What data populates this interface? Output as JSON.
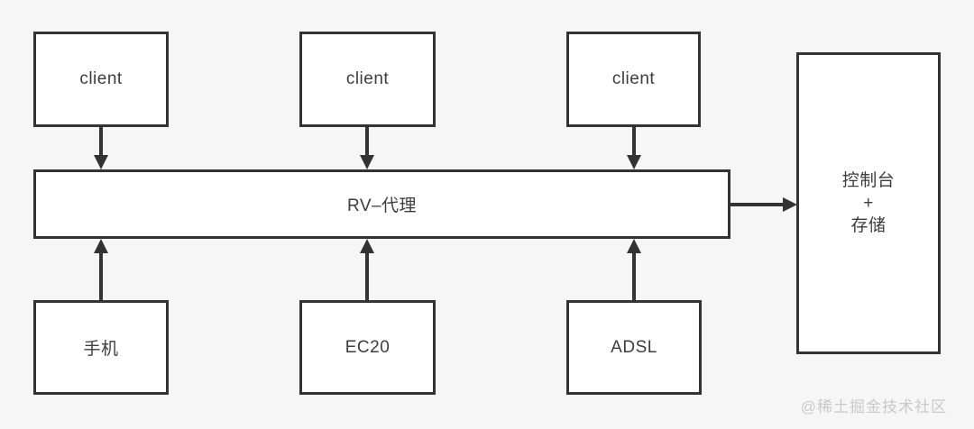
{
  "colors": {
    "background": "#f6f6f6",
    "node_fill": "#ffffff",
    "node_border": "#333333",
    "text": "#3d3d3d",
    "arrow": "#333333",
    "watermark_text": "#c9c9c9"
  },
  "diagram": {
    "type": "architecture-flow",
    "nodes": {
      "client1": {
        "label": "client"
      },
      "client2": {
        "label": "client"
      },
      "client3": {
        "label": "client"
      },
      "proxy": {
        "label": "RV–代理"
      },
      "phone": {
        "label": "手机"
      },
      "ec20": {
        "label": "EC20"
      },
      "adsl": {
        "label": "ADSL"
      },
      "console": {
        "lines": [
          "控制台",
          "+",
          "存储"
        ]
      }
    },
    "edges": [
      {
        "from": "client-1",
        "to": "rv-proxy",
        "direction": "down"
      },
      {
        "from": "client-2",
        "to": "rv-proxy",
        "direction": "down"
      },
      {
        "from": "client-3",
        "to": "rv-proxy",
        "direction": "down"
      },
      {
        "from": "phone",
        "to": "rv-proxy",
        "direction": "up"
      },
      {
        "from": "ec20",
        "to": "rv-proxy",
        "direction": "up"
      },
      {
        "from": "adsl",
        "to": "rv-proxy",
        "direction": "up"
      },
      {
        "from": "rv-proxy",
        "to": "console-storage",
        "direction": "right"
      }
    ]
  },
  "watermark": {
    "text": "@稀土掘金技术社区"
  }
}
